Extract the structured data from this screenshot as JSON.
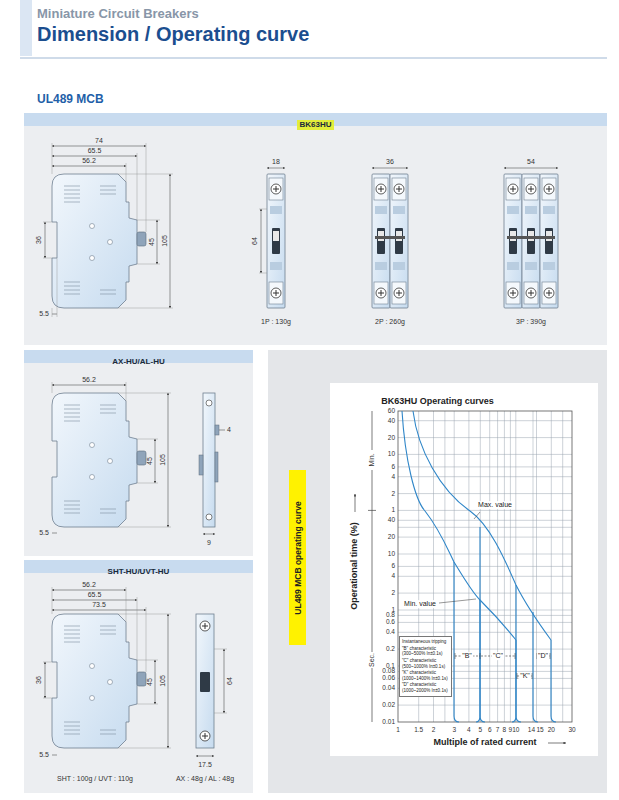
{
  "diagram": {
    "title": "Dimension / Operating curve",
    "nodes": [
      {
        "text": [
          "BK63HU"
        ]
      },
      {
        "text": [
          "AX-HU/AL-HU"
        ]
      },
      {
        "text": [
          "SHT-HU/UVT-HU"
        ]
      },
      {
        "text": [
          "BK63HU Operating curves"
        ]
      },
      {
        "text": [
          "UL489 MCB operating curve"
        ],
        "in": 3
      },
      {
        "text": [
          "Instantaneous tripping",
          "\"B\" characteristic (300~500% In±0.1s)",
          "\"C\" characteristic (500~1000% In±0.1s)",
          "\"K\" characteristic (1000~1400% In±0.1s)",
          "\"D\" characteristic (1000~2000% In±0.1s)"
        ],
        "in": 3
      }
    ],
    "labels": [
      "Miniature Circuit Breakers",
      "UL489 MCB",
      "74",
      "65.5",
      "56.2",
      "36",
      "45",
      "105",
      "5.5",
      "18",
      "64",
      "1P : 130g",
      "36",
      "2P : 260g",
      "54",
      "3P : 390g",
      "56.2",
      "45",
      "105",
      "5.5",
      "4",
      "9",
      "56.2",
      "65.5",
      "73.5",
      "36",
      "45",
      "105",
      "64",
      "5.5",
      "17.5",
      "SHT : 100g / UVT : 110g",
      "AX : 48g / AL : 48g",
      "Min.",
      "Sec.",
      "Operational time (%)",
      "60",
      "40",
      "20",
      "10",
      "6",
      "4",
      "2",
      "1",
      "40",
      "20",
      "10",
      "6",
      "4",
      "2",
      "1",
      "0.8",
      "0.6",
      "0.4",
      "0.2",
      "0.1",
      "0.08",
      "0.06",
      "0.04",
      "0.02",
      "0.01",
      "1",
      "1.5",
      "2",
      "3",
      "4",
      "5",
      "6",
      "7",
      "8",
      "9",
      "10",
      "14",
      "15",
      "20",
      "30",
      "Multiple of rated current",
      "Max. value",
      "Min. value",
      "\"B\"",
      "\"C\"",
      "\"D\"",
      "\"K\""
    ]
  }
}
